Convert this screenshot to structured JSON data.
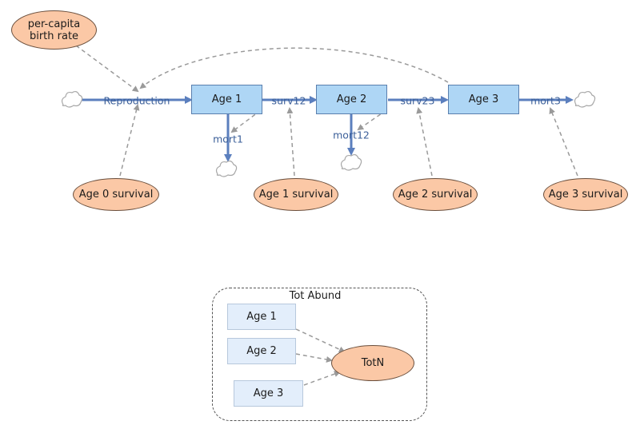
{
  "stocks": [
    {
      "id": "age1",
      "label": "Age 1"
    },
    {
      "id": "age2",
      "label": "Age 2"
    },
    {
      "id": "age3",
      "label": "Age 3"
    }
  ],
  "flows": {
    "reproduction": "Reproduction",
    "surv12": "surv12",
    "surv23": "surv23",
    "mort1": "mort1",
    "mort12": "mort12",
    "mort3": "mort3"
  },
  "variables": {
    "birth_rate": "per-capita birth rate",
    "age0_survival": "Age 0 survival",
    "age1_survival": "Age 1 survival",
    "age2_survival": "Age 2 survival",
    "age3_survival": "Age 3 survival"
  },
  "module": {
    "title": "Tot Abund",
    "ghosts": [
      "Age 1",
      "Age 2",
      "Age 3"
    ],
    "total": "TotN"
  },
  "colors": {
    "stock_fill": "#aed6f5",
    "aux_fill": "#fbc8a6",
    "flow": "#5b7fbe",
    "link": "#9a9a9a"
  }
}
